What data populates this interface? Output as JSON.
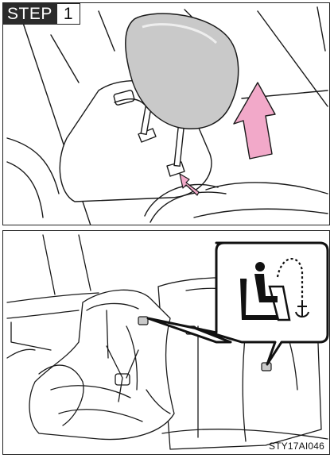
{
  "step": {
    "word": "STEP",
    "number": "1"
  },
  "figure_code": "STY17AI046",
  "colors": {
    "arrow": "#f2a9c9",
    "line": "#1a1a1a",
    "headrest": "#c9c9c9",
    "highlight": "#eeeeee"
  },
  "icons": [
    "up-arrow-icon",
    "child-seat-anchor-icon",
    "anchor-icon"
  ]
}
